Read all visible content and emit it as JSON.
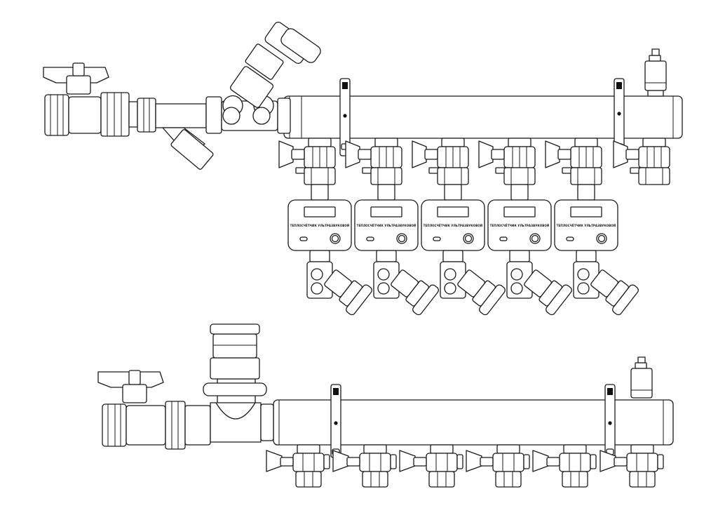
{
  "diagram": {
    "meter_label": "ТЕПЛОСЧЁТЧИК УЛЬТРАЗВУКОВОЙ",
    "colors": {
      "line": "#1a1a1a",
      "fill": "#ffffff",
      "accent": "#111111"
    },
    "top_manifold": {
      "outlet_count": 6,
      "meter_count": 5
    },
    "bottom_manifold": {
      "outlet_count": 6
    }
  }
}
